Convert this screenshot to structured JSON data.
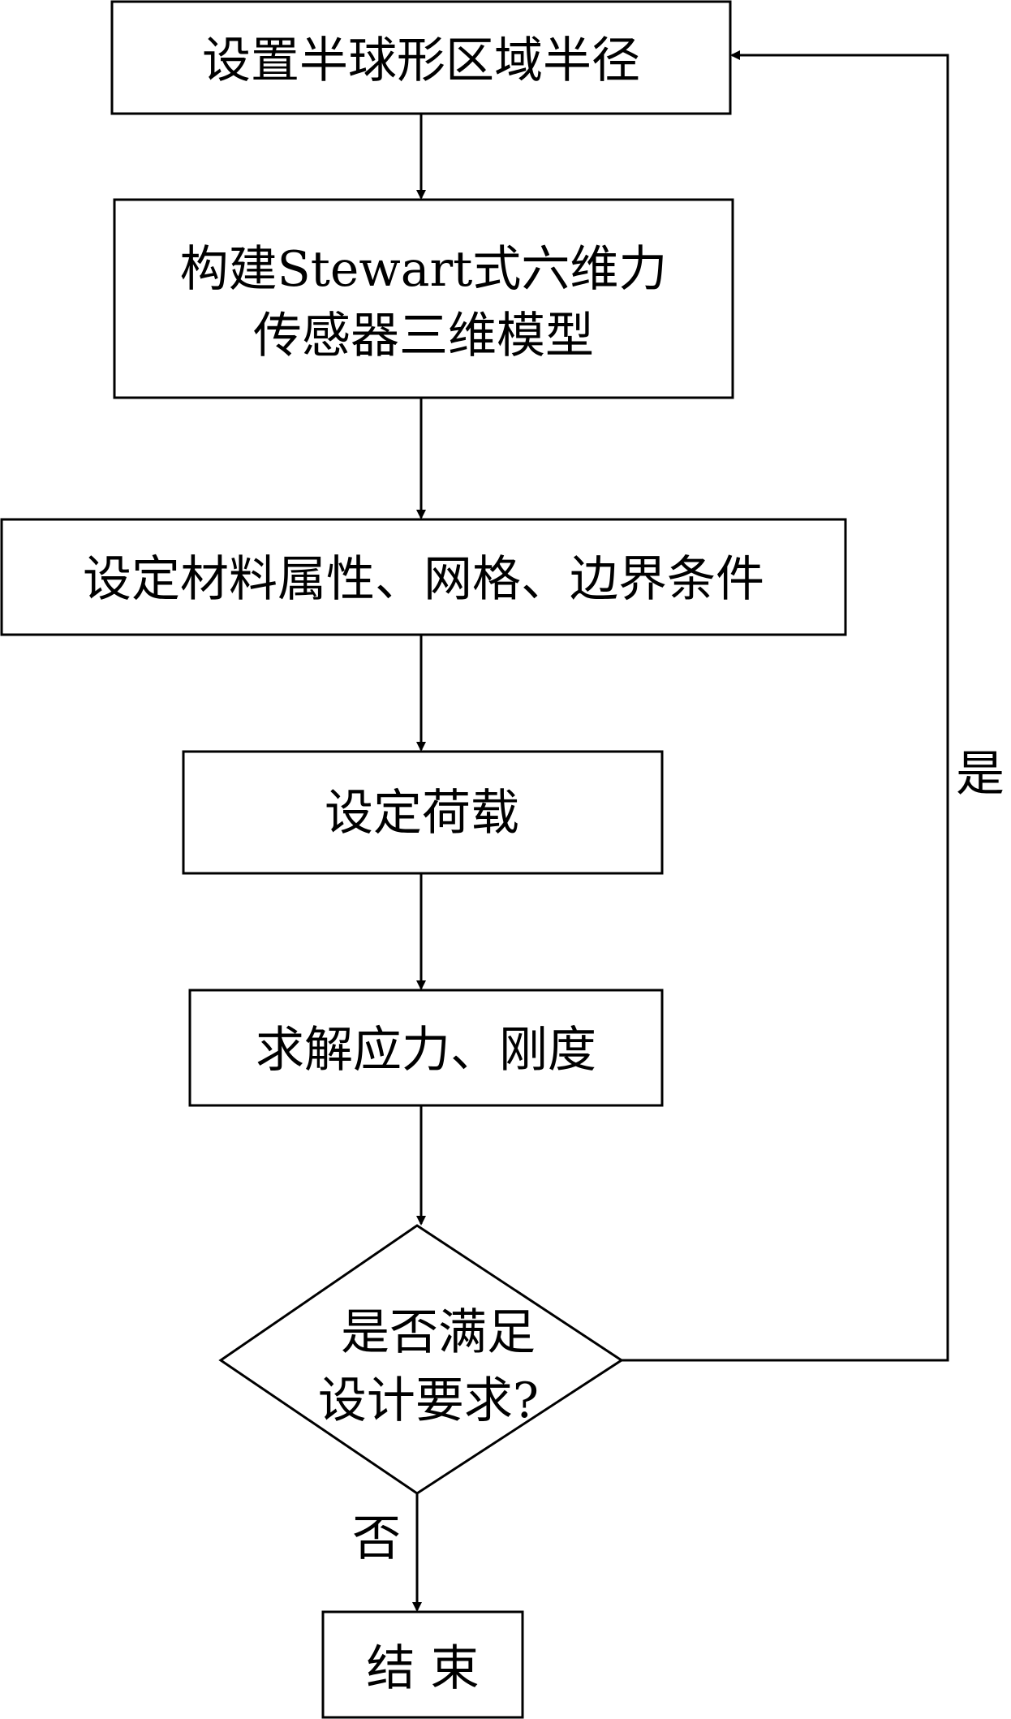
{
  "flowchart": {
    "steps": [
      {
        "id": "set-radius",
        "lines": [
          "设置半球形区域半径"
        ]
      },
      {
        "id": "build-model",
        "lines": [
          "构建Stewart式六维力",
          "传感器三维模型"
        ]
      },
      {
        "id": "set-material",
        "lines": [
          "设定材料属性、网格、边界条件"
        ]
      },
      {
        "id": "set-load",
        "lines": [
          "设定荷载"
        ]
      },
      {
        "id": "solve",
        "lines": [
          "求解应力、刚度"
        ]
      }
    ],
    "decision": {
      "lines": [
        "是否满足",
        "设计要求?"
      ]
    },
    "end": {
      "label": "结 束"
    },
    "labels": {
      "yes": "是",
      "no": "否"
    }
  }
}
